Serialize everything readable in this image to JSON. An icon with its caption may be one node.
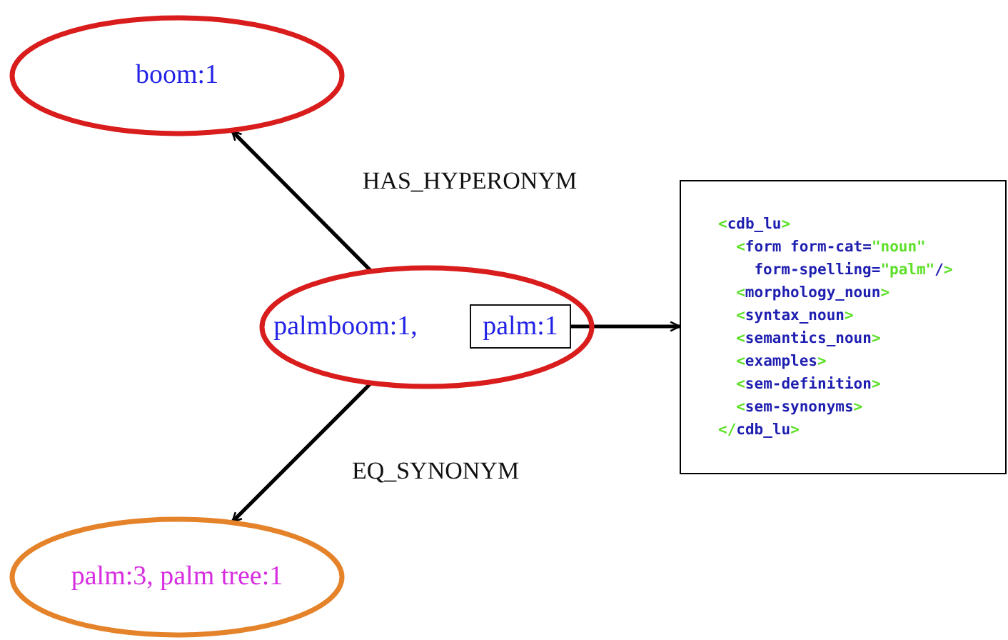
{
  "diagram": {
    "nodes": [
      {
        "text": [
          "boom:1"
        ]
      },
      {
        "text": [
          "palmboom:1,"
        ]
      },
      {
        "text": [
          "palm:1"
        ],
        "in": 1
      },
      {
        "text": [
          "palm:3, palm tree:1"
        ]
      },
      {
        "text": [
          "<cdb_lu>",
          "<form form-cat=\"noun\"",
          "form-spelling=\"palm\"/>",
          "<morphology_noun>",
          "<syntax_noun>",
          "<semantics_noun>",
          "<examples>",
          "<sem-definition>",
          "<sem-synonyms>",
          "</cdb_lu>"
        ]
      }
    ],
    "edges": [
      {
        "from": 1,
        "to": 0,
        "arrow": "to",
        "label": "HAS_HYPERONYM"
      },
      {
        "from": 1,
        "to": 3,
        "arrow": "to",
        "label": "EQ_SYNONYM"
      },
      {
        "from": 2,
        "to": 4,
        "arrow": "to"
      }
    ]
  }
}
